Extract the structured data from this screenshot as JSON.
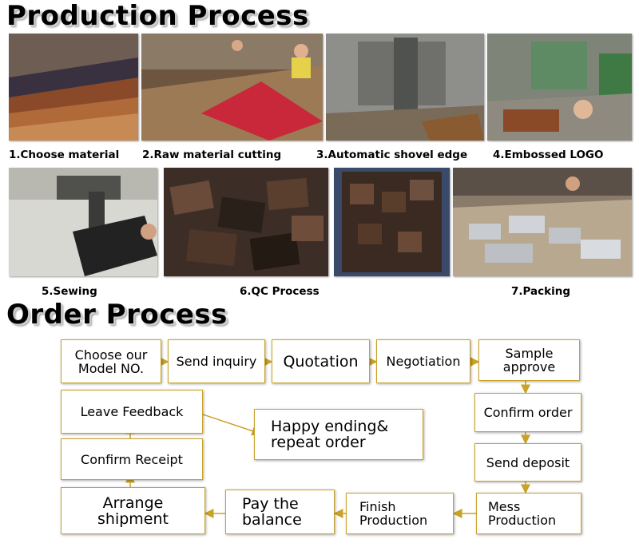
{
  "headings": {
    "production": "Production Process",
    "order": "Order Process"
  },
  "production_steps": [
    {
      "label": "1.Choose material",
      "image": "leather-swatches-photo"
    },
    {
      "label": "2.Raw material cutting",
      "image": "cutting-workshop-photo"
    },
    {
      "label": "3.Automatic shovel edge",
      "image": "edge-skiving-machine-photo"
    },
    {
      "label": "4.Embossed LOGO",
      "image": "embossing-machine-photo"
    },
    {
      "label": "5.Sewing",
      "image": "sewing-machine-photo"
    },
    {
      "label": "6.QC Process",
      "image": "wallet-pile-photo"
    },
    {
      "label": "",
      "image": "wallet-rack-photo"
    },
    {
      "label": "7.Packing",
      "image": "packing-table-photo"
    }
  ],
  "order_steps": {
    "choose_model": "Choose our\nModel NO.",
    "send_inquiry": "Send inquiry",
    "quotation": "Quotation",
    "negotiation": "Negotiation",
    "sample_approve": "Sample\napprove",
    "confirm_order": "Confirm order",
    "send_deposit": "Send deposit",
    "mess_production": "Mess\nProduction",
    "finish_production": "Finish\nProduction",
    "pay_balance": "Pay the\nbalance",
    "arrange_shipment": "Arrange\nshipment",
    "confirm_receipt": "Confirm Receipt",
    "leave_feedback": "Leave Feedback",
    "happy_ending": "Happy ending&\nrepeat order"
  },
  "colors": {
    "box_border": "#c9a227",
    "arrow": "#c9a227"
  }
}
